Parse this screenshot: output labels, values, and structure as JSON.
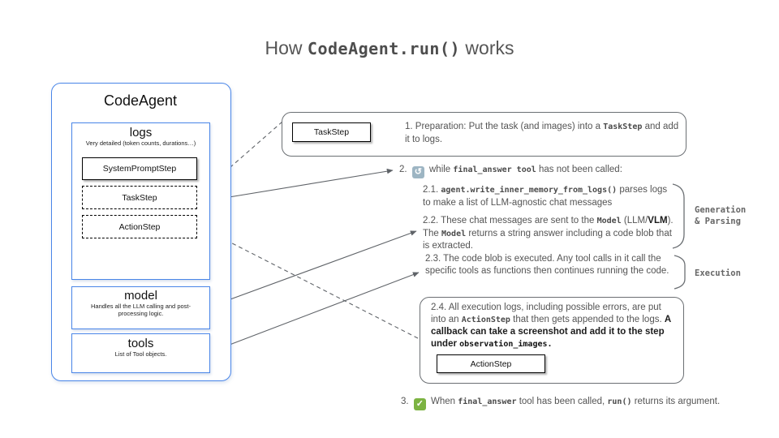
{
  "title": {
    "prefix": "How ",
    "code": "CodeAgent.run()",
    "suffix": " works"
  },
  "agent": {
    "title": "CodeAgent",
    "logs": {
      "title": "logs",
      "subtitle": "Very detailed (token counts, durations…)",
      "steps": {
        "system": "SystemPromptStep",
        "task": "TaskStep",
        "action": "ActionStep"
      }
    },
    "model": {
      "title": "model",
      "subtitle": "Handles all the LLM calling and post-processing logic."
    },
    "tools": {
      "title": "tools",
      "subtitle": "List of Tool objects."
    }
  },
  "right": {
    "step1": {
      "chip": "TaskStep",
      "num": "1.",
      "t1": " Preparation: Put the task (and images) into a ",
      "c1": "TaskStep",
      "t2": " and add it to logs."
    },
    "step2": {
      "num": "2.",
      "t1": "while ",
      "c1": "final_answer tool",
      "t2": " has not been called:"
    },
    "step21": {
      "num": "2.1. ",
      "c1": "agent.write_inner_memory_from_logs()",
      "t1": " parses logs to make a list of LLM-agnostic chat messages"
    },
    "step22": {
      "num": "2.2. ",
      "t1": "These chat messages are sent to the ",
      "c1": "Model",
      "t2": " (LLM/",
      "b1": "VLM",
      "t3": "). The ",
      "c2": "Model",
      "t4": " returns a string answer including a code blob that is extracted."
    },
    "step23": {
      "num": "2.3. ",
      "t1": "The code blob is executed. Any tool calls in it call the specific tools as functions then continues running the code."
    },
    "step24": {
      "num": "2.4. ",
      "t1": "All execution logs, including possible errors, are put into an ",
      "c1": "ActionStep",
      "t2": " that then gets appended to the logs. ",
      "b1": "A callback can take a screenshot and add it to the step under ",
      "bc1": "observation_images.",
      "chip": "ActionStep"
    },
    "step3": {
      "num": "3.",
      "t1": "When ",
      "c1": "final_answer",
      "t2": " tool has been called, ",
      "c2": "run()",
      "t3": " returns its argument."
    },
    "labels": {
      "generation": "Generation\n& Parsing",
      "execution": "Execution"
    }
  },
  "icons": {
    "loop": {
      "glyph": "↺",
      "bg": "#9DB5C3"
    },
    "check": {
      "glyph": "✓",
      "bg": "#7CB342"
    }
  },
  "colors": {
    "accent_blue": "#4A86E8",
    "border_gray": "#6B6F73",
    "text_gray": "#545454",
    "label_gray": "#666666",
    "loop_icon_bg": "#9DB5C3",
    "check_icon_bg": "#7CB342"
  }
}
